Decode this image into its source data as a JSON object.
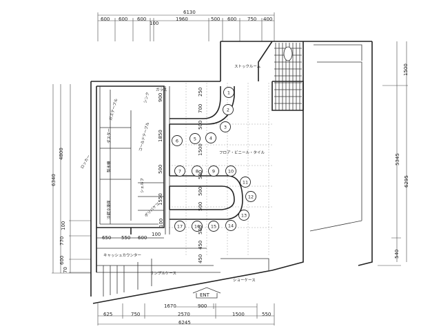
{
  "plan": {
    "top_dims": {
      "total": "6130",
      "parts": [
        "600",
        "600",
        "600",
        "100",
        "1960",
        "500",
        "600",
        "750",
        "400"
      ]
    },
    "bottom_dims": {
      "total": "6245",
      "parts": [
        "625",
        "750",
        "2570",
        "1500",
        "550"
      ],
      "sub": [
        "1670",
        "900"
      ]
    },
    "left_dims": {
      "total": "6340",
      "upper": "4800",
      "parts": [
        "100",
        "770",
        "600",
        "70"
      ]
    },
    "right_dims": {
      "parts": [
        "1500",
        "5345",
        "540"
      ],
      "total": "6295"
    },
    "inner_dims": [
      "900",
      "250",
      "700",
      "500",
      "1850",
      "1500",
      "500",
      "500",
      "1550",
      "500",
      "500",
      "500",
      "450",
      "450",
      "650",
      "550",
      "600",
      "100",
      "100"
    ],
    "rooms": {
      "stock_room": "ストックルーム",
      "floor_finish": "フロア・ビニール・タイル",
      "gas_table": "ガステーブル",
      "cold_table": "コールドテーブル",
      "sink": "シンク",
      "dust": "ダスター",
      "ice": "製氷機",
      "fridge": "冷蔵冷凍庫",
      "shelf": "シェルフ",
      "locker": "ロッカー",
      "bucket": "ポリバケツ",
      "cash_counter": "キャッシュカウンター",
      "showcase": "ショーケース",
      "sample_case": "サンプルケース",
      "sign": "ガラス",
      "entrance": "ENT"
    },
    "stools": [
      "1",
      "2",
      "3",
      "4",
      "5",
      "6",
      "7",
      "8",
      "9",
      "10",
      "11",
      "12",
      "13",
      "14",
      "15",
      "16",
      "17"
    ]
  }
}
